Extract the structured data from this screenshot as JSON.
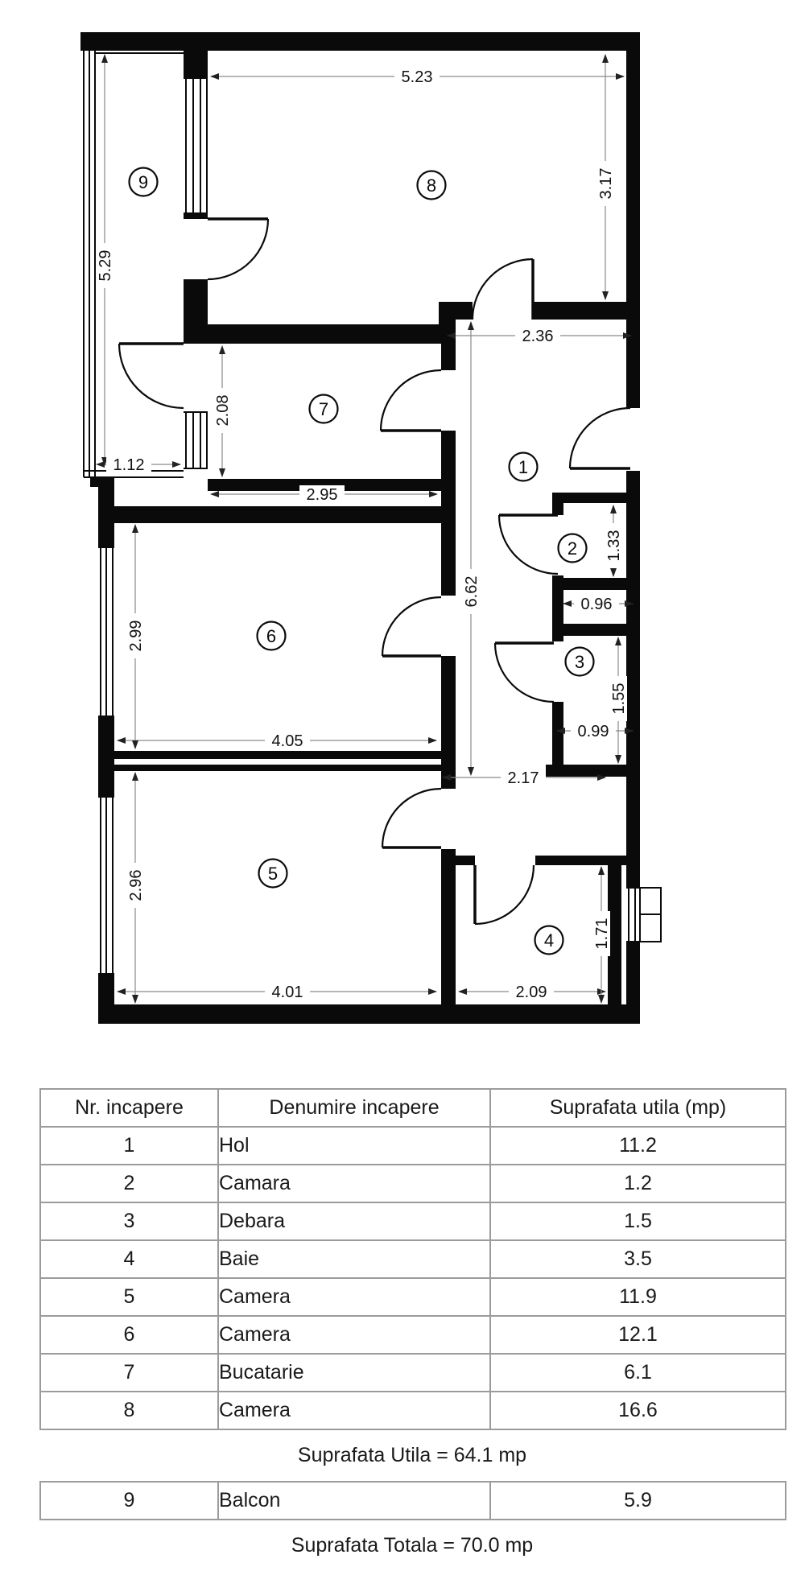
{
  "plan": {
    "rooms": [
      {
        "number": "1"
      },
      {
        "number": "2"
      },
      {
        "number": "3"
      },
      {
        "number": "4"
      },
      {
        "number": "5"
      },
      {
        "number": "6"
      },
      {
        "number": "7"
      },
      {
        "number": "8"
      },
      {
        "number": "9"
      }
    ],
    "dims": {
      "room8_width": "5.23",
      "room8_height": "3.17",
      "balcony_height": "5.29",
      "balcony_width": "1.12",
      "hall_top_width": "2.36",
      "room7_height": "2.08",
      "room7_width": "2.95",
      "hall_height": "6.62",
      "room2_height": "1.33",
      "room2_width": "0.96",
      "room3_height": "1.55",
      "room3_width": "0.99",
      "room6_height": "2.99",
      "room6_width": "4.05",
      "lower_hall_width": "2.17",
      "room5_height": "2.96",
      "room5_width": "4.01",
      "room4_height": "1.71",
      "room4_width": "2.09"
    }
  },
  "table": {
    "headers": [
      "Nr. incapere",
      "Denumire incapere",
      "Suprafata utila (mp)"
    ],
    "rows": [
      [
        "1",
        "Hol",
        "11.2"
      ],
      [
        "2",
        "Camara",
        "1.2"
      ],
      [
        "3",
        "Debara",
        "1.5"
      ],
      [
        "4",
        "Baie",
        "3.5"
      ],
      [
        "5",
        "Camera",
        "11.9"
      ],
      [
        "6",
        "Camera",
        "12.1"
      ],
      [
        "7",
        "Bucatarie",
        "6.1"
      ],
      [
        "8",
        "Camera",
        "16.6"
      ]
    ],
    "subtotal_label": "Suprafata Utila = 64.1 mp",
    "balcony_row": [
      "9",
      "Balcon",
      "5.9"
    ],
    "total_label": "Suprafata Totala = 70.0 mp"
  }
}
